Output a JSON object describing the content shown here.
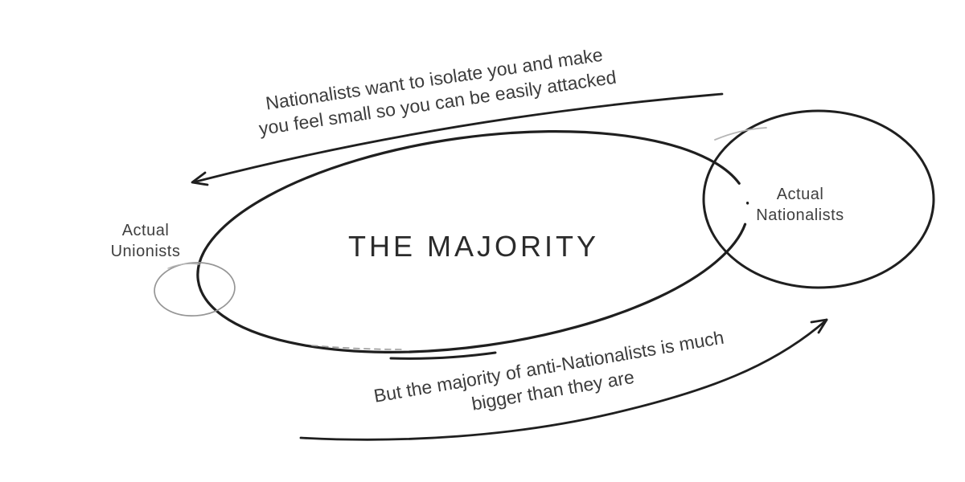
{
  "diagram": {
    "type": "venn-sketch",
    "majority_label": "THE MAJORITY",
    "nationalists": {
      "line1": "Actual",
      "line2": "Nationalists"
    },
    "unionists": {
      "line1": "Actual",
      "line2": "Unionists"
    }
  },
  "annotations": {
    "top": {
      "line1": "Nationalists want to isolate you and make",
      "line2": "you feel small so you can be easily attacked",
      "arrow_direction": "sweeps-left, arrowhead at lower-left"
    },
    "bottom": {
      "line1": "But the majority of anti-Nationalists is much",
      "line2": "bigger than they are",
      "arrow_direction": "swoops up-right, arrowhead at upper-right"
    }
  },
  "icons": {
    "top_arrow": "curved-arrow-left-icon",
    "bottom_arrow": "curved-arrow-up-right-icon"
  },
  "colors": {
    "background": "#ffffff",
    "ink": "#1f1f1f",
    "text_title": "#2b2b2b",
    "text_labels": "#3f3f3f",
    "sketch_light": "#9a9a9a"
  }
}
